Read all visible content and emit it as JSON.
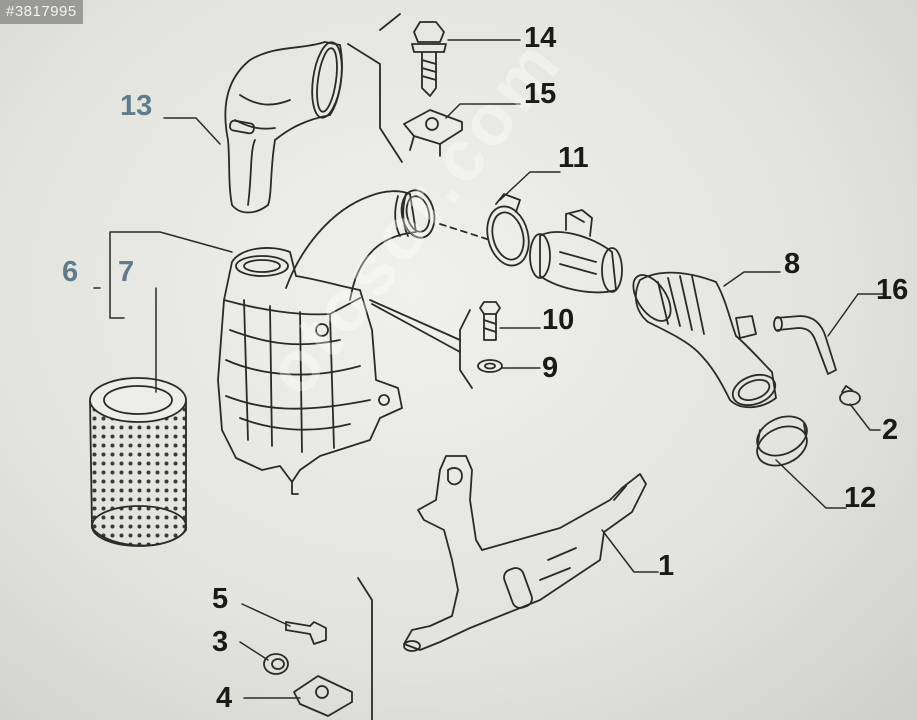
{
  "badge": "#3817995",
  "watermark": "otosor.com",
  "callouts": [
    {
      "id": "c1",
      "label": "1"
    },
    {
      "id": "c2",
      "label": "2"
    },
    {
      "id": "c3",
      "label": "3"
    },
    {
      "id": "c4",
      "label": "4"
    },
    {
      "id": "c5",
      "label": "5"
    },
    {
      "id": "c6",
      "label": "6"
    },
    {
      "id": "c7",
      "label": "7"
    },
    {
      "id": "c8",
      "label": "8"
    },
    {
      "id": "c9",
      "label": "9"
    },
    {
      "id": "c10",
      "label": "10"
    },
    {
      "id": "c11",
      "label": "11"
    },
    {
      "id": "c12",
      "label": "12"
    },
    {
      "id": "c13",
      "label": "13"
    },
    {
      "id": "c14",
      "label": "14"
    },
    {
      "id": "c15",
      "label": "15"
    },
    {
      "id": "c16",
      "label": "16"
    }
  ],
  "colors": {
    "line": "#2a2a2a",
    "blue_label": "#5e7c8e",
    "paper": "#eeeee9"
  }
}
